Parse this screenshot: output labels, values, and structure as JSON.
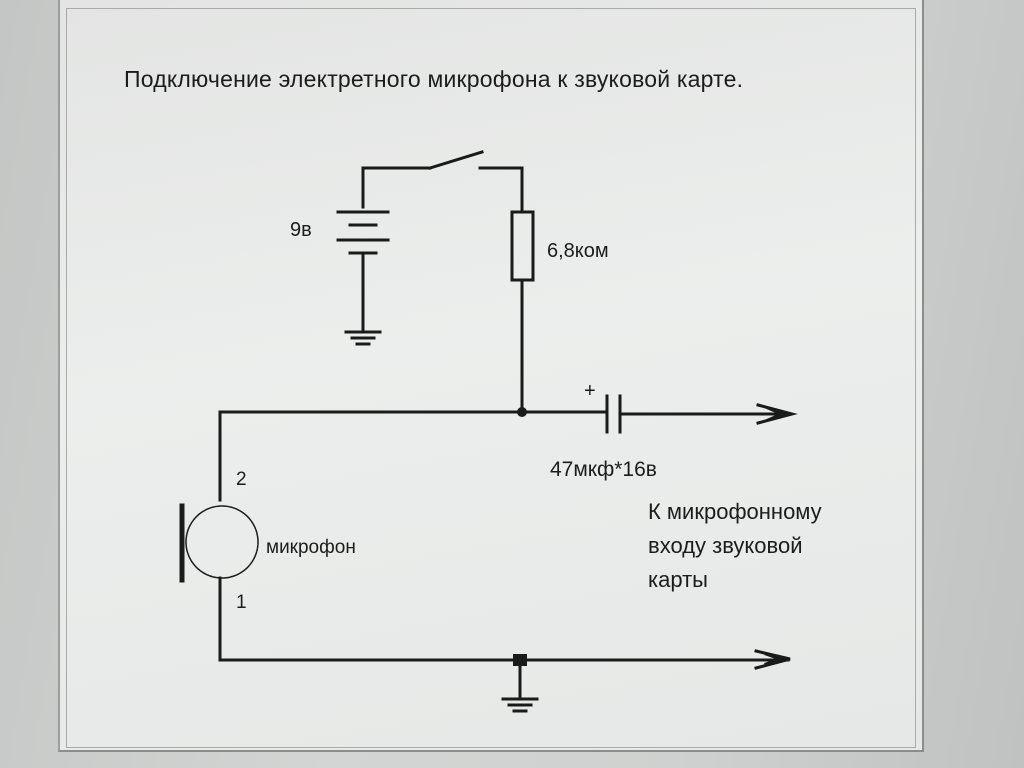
{
  "title": "Подключение электретного микрофона к звуковой карте.",
  "components": {
    "battery": {
      "label": "9в"
    },
    "resistor": {
      "label": "6,8ком"
    },
    "capacitor": {
      "label": "47мкф*16в",
      "polarity": "+"
    },
    "microphone": {
      "label": "микрофон",
      "pin_top": "2",
      "pin_bottom": "1"
    }
  },
  "output_note": {
    "lines": [
      "К микрофонному",
      "входу звуковой",
      "карты"
    ]
  },
  "colors": {
    "wire": "#1a1a1a",
    "paper": "#e8eae9",
    "text": "#1c1c1c"
  }
}
